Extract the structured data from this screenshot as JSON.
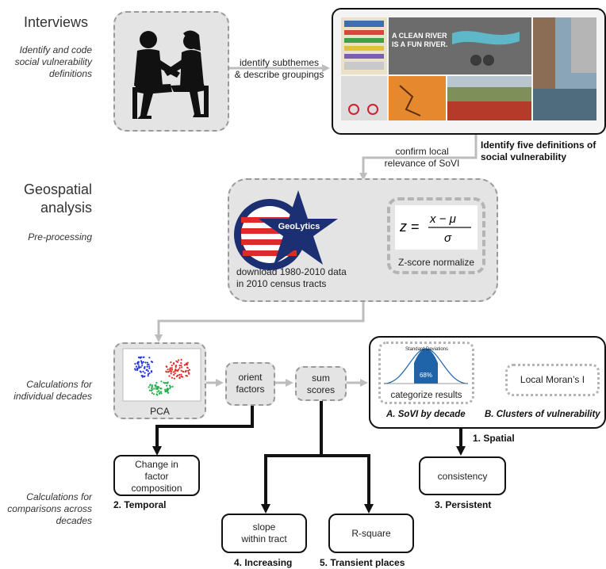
{
  "headings": {
    "interviews": "Interviews",
    "geospatial": "Geospatial\nanalysis"
  },
  "subheadings": {
    "identify_code": "Identify and code\nsocial vulnerability\ndefinitions",
    "preprocessing": "Pre-processing",
    "individual": "Calculations for\nindividual decades",
    "comparisons": "Calculations for\ncomparisons across\ndecades"
  },
  "arrows": {
    "identify_subthemes": "identify subthemes\n& describe groupings",
    "confirm_relevance": "confirm local\nrelevance of SoVI"
  },
  "photos": {
    "five_definitions": "Identify five definitions of\nsocial vulnerability",
    "river_sign": "A CLEAN RIVER\nIS A FUN RIVER."
  },
  "preprocess": {
    "logo_text": "GeoLytics",
    "download": "download 1980-2010 data\nin 2010 census tracts",
    "zscore_label": "Z-score normalize"
  },
  "decade_nodes": {
    "pca": "PCA",
    "orient": "orient\nfactors",
    "sum": "sum\nscores",
    "categorize": "categorize results",
    "morans": "Local Moran’s I",
    "sovi_decade": "A. SoVI by decade",
    "clusters": "B. Clusters of vulnerability",
    "std_dev": "Standard Deviations",
    "pct": "68%"
  },
  "outcomes": {
    "change_factor": "Change in\nfactor\ncomposition",
    "temporal": "2. Temporal",
    "spatial": "1. Spatial",
    "consistency": "consistency",
    "persistent": "3. Persistent",
    "slope": "slope\nwithin tract",
    "increasing": "4. Increasing",
    "rsquare": "R-square",
    "transient": "5. Transient places"
  },
  "colors": {
    "accent_blue": "#1f63a8",
    "star_navy": "#1d2f73",
    "logo_red": "#e02a2a",
    "arrow_gray": "#bdbdbd"
  }
}
